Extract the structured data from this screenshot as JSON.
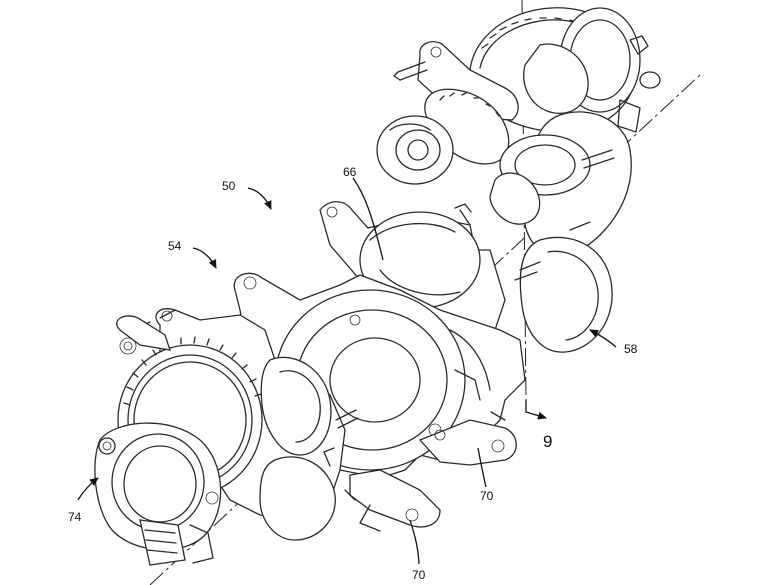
{
  "labels": {
    "l50": "50",
    "l54": "54",
    "l66": "66",
    "l58": "58",
    "l74": "74",
    "l70a": "70",
    "l70b": "70",
    "section": "9"
  }
}
